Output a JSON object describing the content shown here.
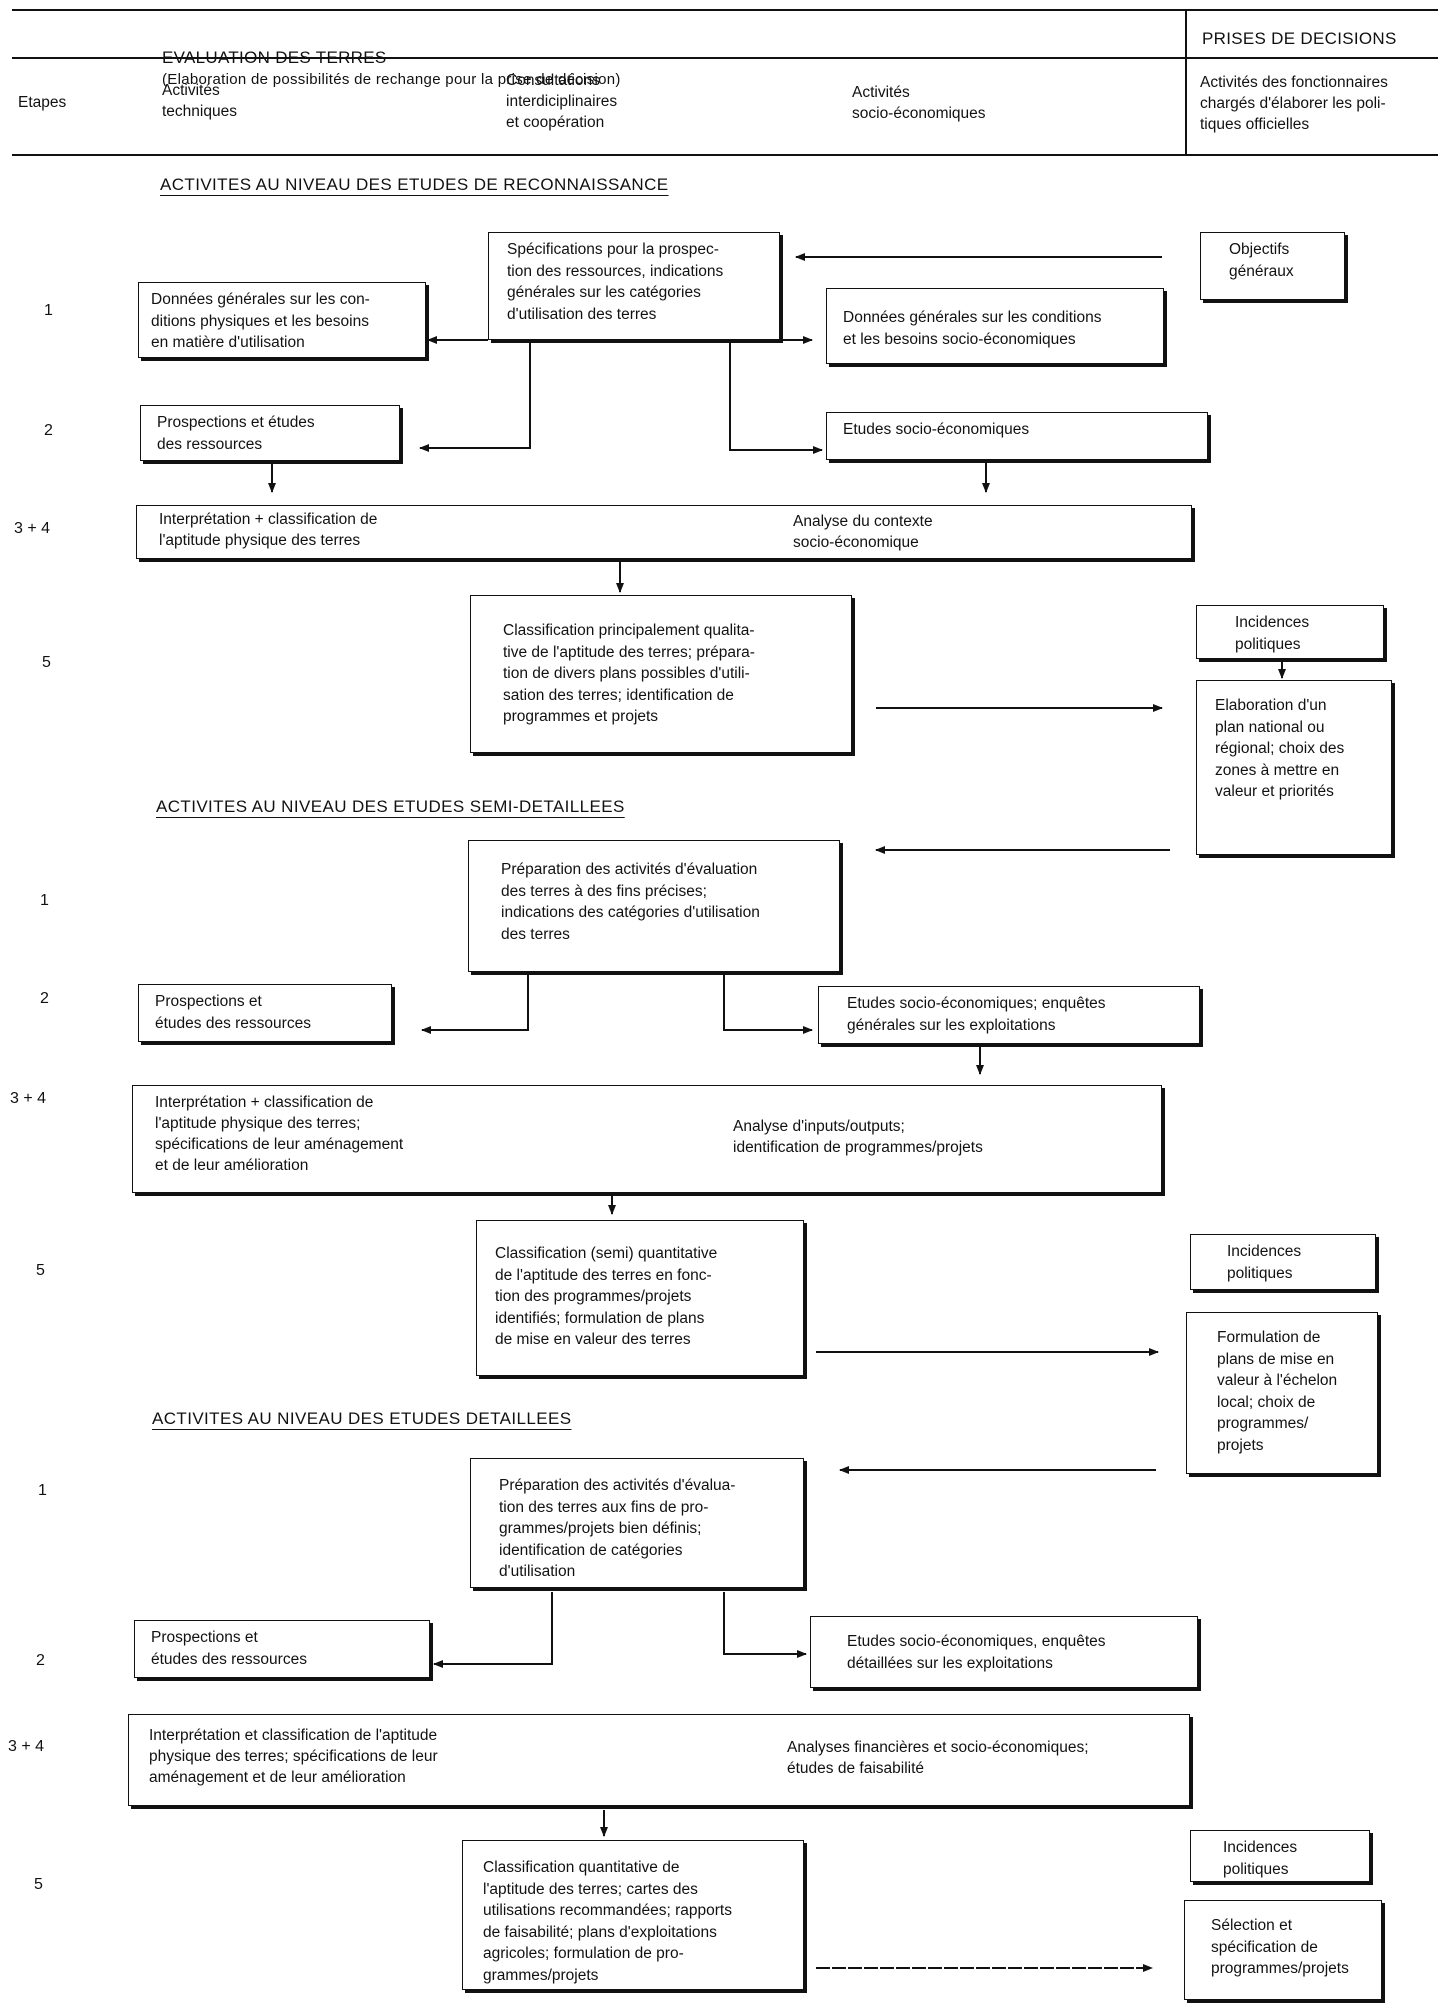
{
  "header": {
    "eval_title": "EVALUATION DES TERRES",
    "eval_subtitle": "(Elaboration de possibilités de rechange pour la prise de décision)",
    "decisions_title": "PRISES DE DECISIONS",
    "col_etapes": "Etapes",
    "col_technical": "Activités\ntechniques",
    "col_consult": "Consultations\ninterdiciplinaires\net coopération",
    "col_socio": "Activités\nsocio-économiques",
    "col_officials": "Activités des fonctionnaires\nchargés d'élaborer les poli-\ntiques officielles"
  },
  "reconnaissance": {
    "title": "ACTIVITES AU NIVEAU DES ETUDES DE RECONNAISSANCE",
    "steps": [
      "1",
      "2",
      "3 + 4",
      "5"
    ],
    "objectifs": "Objectifs\ngénéraux",
    "specifications": "Spécifications pour la prospec-\ntion des ressources, indications\ngénérales sur les catégories\nd'utilisation des terres",
    "donnees_physiques": "Données générales sur les con-\nditions physiques et les besoins\nen matière d'utilisation",
    "donnees_socio": "Données générales sur les conditions\net les besoins socio-économiques",
    "prospections": "Prospections et études\ndes ressources",
    "etudes_socio": "Etudes socio-économiques",
    "interpretation": "Interprétation + classification de\nl'aptitude physique des terres",
    "analyse": "Analyse du contexte\nsocio-économique",
    "classification": "Classification principalement qualita-\ntive de l'aptitude des terres; prépara-\ntion de divers plans possibles d'utili-\nsation des terres; identification de\nprogrammes et projets",
    "incidences": "Incidences\npolitiques",
    "elaboration": "Elaboration d'un\nplan national ou\nrégional; choix des\nzones à mettre en\nvaleur et priorités"
  },
  "semi_detailed": {
    "title": "ACTIVITES AU NIVEAU DES ETUDES SEMI-DETAILLEES",
    "steps": [
      "1",
      "2",
      "3 + 4",
      "5"
    ],
    "preparation": "Préparation des activités d'évaluation\ndes terres à des fins précises;\nindications des catégories d'utilisation\ndes terres",
    "prospections": "Prospections et\nétudes des ressources",
    "etudes_socio": "Etudes socio-économiques; enquêtes\ngénérales sur les exploitations",
    "interpretation": "Interprétation + classification de\nl'aptitude physique des terres;\nspécifications de leur aménagement\net de leur amélioration",
    "analyse": "Analyse d'inputs/outputs;\nidentification de programmes/projets",
    "classification": "Classification (semi) quantitative\nde l'aptitude des terres en fonc-\ntion des programmes/projets\nidentifiés; formulation de plans\nde mise en valeur des terres",
    "incidences": "Incidences\npolitiques",
    "formulation": "Formulation de\nplans de mise en\nvaleur à l'échelon\nlocal; choix de\nprogrammes/\nprojets"
  },
  "detailed": {
    "title": "ACTIVITES AU NIVEAU DES ETUDES DETAILLEES",
    "steps": [
      "1",
      "2",
      "3 + 4",
      "5"
    ],
    "preparation": "Préparation des activités d'évalua-\ntion des terres aux fins de pro-\ngrammes/projets bien définis;\nidentification de catégories\nd'utilisation",
    "prospections": "Prospections et\nétudes des ressources",
    "etudes_socio": "Etudes socio-économiques, enquêtes\ndétaillées sur les exploitations",
    "interpretation": "Interprétation et classification de l'aptitude\nphysique des terres; spécifications de leur\naménagement et de leur amélioration",
    "analyse": "Analyses financières et socio-économiques;\nétudes de faisabilité",
    "classification": "Classification quantitative de\nl'aptitude des terres; cartes des\nutilisations recommandées; rapports\nde faisabilité; plans d'exploitations\nagricoles; formulation de pro-\ngrammes/projets",
    "incidences": "Incidences\npolitiques",
    "selection": "Sélection et\nspécification de\nprogrammes/projets"
  }
}
